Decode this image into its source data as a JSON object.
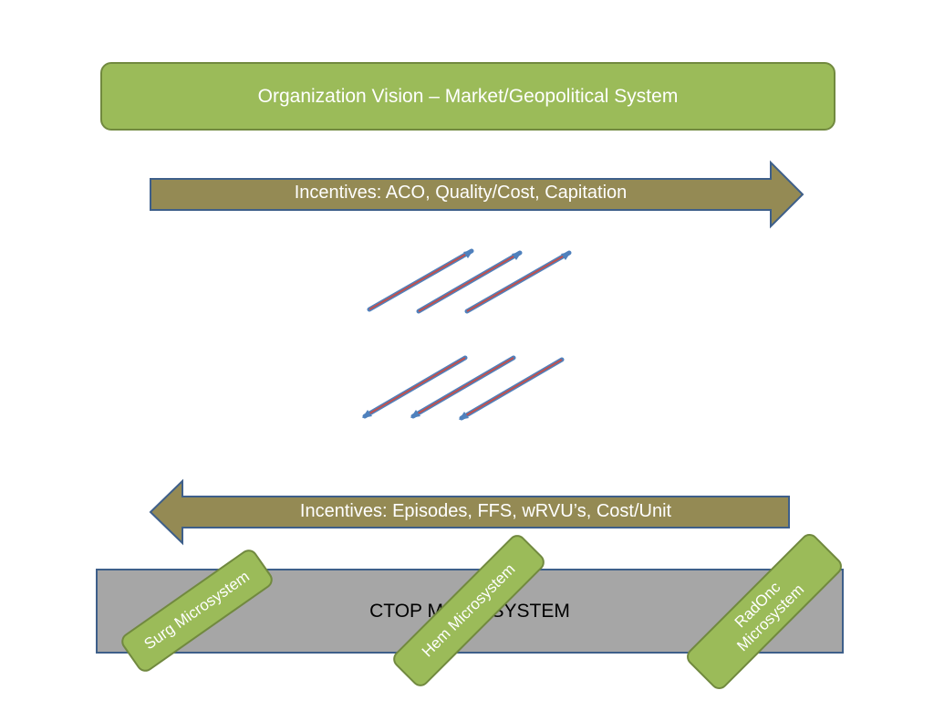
{
  "vision": {
    "label": "Organization Vision – Market/Geopolitical System"
  },
  "top_arrow": {
    "label": "Incentives: ACO, Quality/Cost, Capitation",
    "direction": "right"
  },
  "bottom_arrow": {
    "label": "Incentives: Episodes, FFS, wRVU’s, Cost/Unit",
    "direction": "left"
  },
  "ctop": {
    "label": "CTOP MICROSYSTEM"
  },
  "microsystems": [
    {
      "label": "Surg Microsystem"
    },
    {
      "label": "Hem Microsystem"
    },
    {
      "label_line1": "RadOnc",
      "label_line2": "Microsystem"
    }
  ],
  "colors": {
    "green_fill": "#9bbb59",
    "green_border": "#71893f",
    "arrow_fill": "#948a54",
    "arrow_border": "#3e5f8a",
    "gray_fill": "#a6a6a6",
    "small_arrow_red": "#c0504d",
    "small_arrow_blue": "#4f81bd"
  }
}
